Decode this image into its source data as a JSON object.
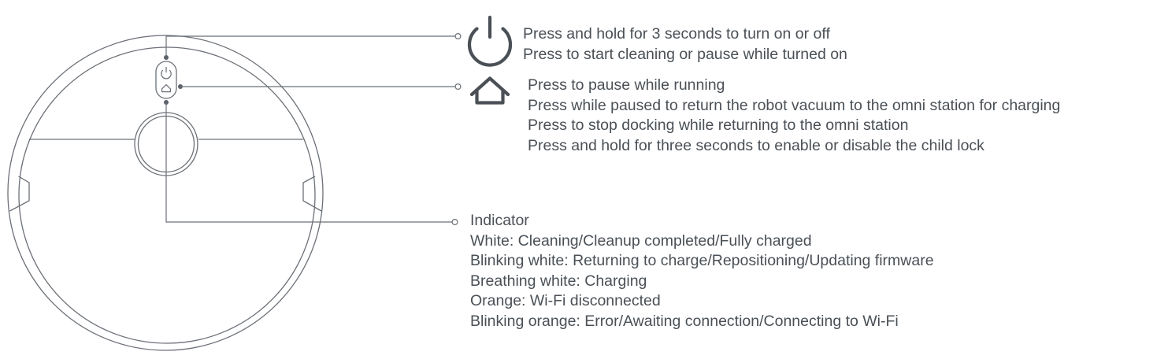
{
  "colors": {
    "outline": "#5b6068",
    "device_outline": "#6b7077",
    "text": "#4a5056",
    "leader": "#6b7077",
    "background": "#ffffff"
  },
  "device": {
    "name": "robot-vacuum-top-view",
    "button_panel": {
      "power_icon": "power-icon",
      "home_icon": "home-icon"
    },
    "turret": "lidar-turret"
  },
  "callouts": [
    {
      "id": "power",
      "icon": "power-icon",
      "lines": [
        "Press and hold for 3 seconds to turn on or off",
        "Press to start cleaning or pause while turned on"
      ]
    },
    {
      "id": "home",
      "icon": "home-icon",
      "lines": [
        "Press to pause while running",
        "Press while paused to return the robot vacuum to the omni station for charging",
        "Press to stop docking while returning to the omni station",
        "Press and hold for three seconds to enable or disable the child lock"
      ]
    },
    {
      "id": "indicator",
      "icon": null,
      "lines": [
        "Indicator",
        "White: Cleaning/Cleanup completed/Fully charged",
        "Blinking white: Returning to charge/Repositioning/Updating firmware",
        "Breathing white: Charging",
        "Orange: Wi-Fi disconnected",
        "Blinking orange: Error/Awaiting connection/Connecting to Wi-Fi"
      ]
    }
  ]
}
